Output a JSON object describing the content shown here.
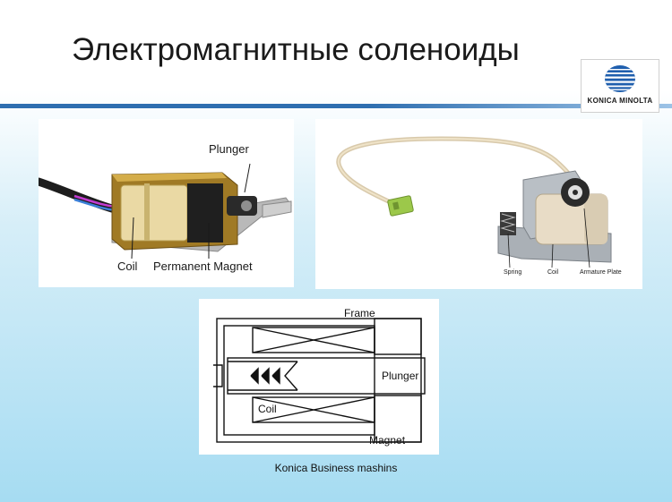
{
  "slide": {
    "title": "Электромагнитные соленоиды",
    "caption": "Konica Business mashins"
  },
  "logo": {
    "text": "KONICA MINOLTA",
    "colors": {
      "globe": "#1f5fae",
      "text": "#1a1a1a"
    }
  },
  "photo1": {
    "labels": {
      "plunger": "Plunger",
      "coil": "Coil",
      "magnet": "Permanent Magnet"
    }
  },
  "photo2": {
    "labels": {
      "spring": "Spring",
      "coil": "Coil",
      "armature": "Armature Plate"
    }
  },
  "diagram": {
    "labels": {
      "frame": "Frame",
      "plunger": "Plunger",
      "coil": "Coil",
      "magnet": "Magnet"
    }
  },
  "theme": {
    "accent": "#2f6fb0",
    "background_bottom": "#a6dcf2"
  }
}
